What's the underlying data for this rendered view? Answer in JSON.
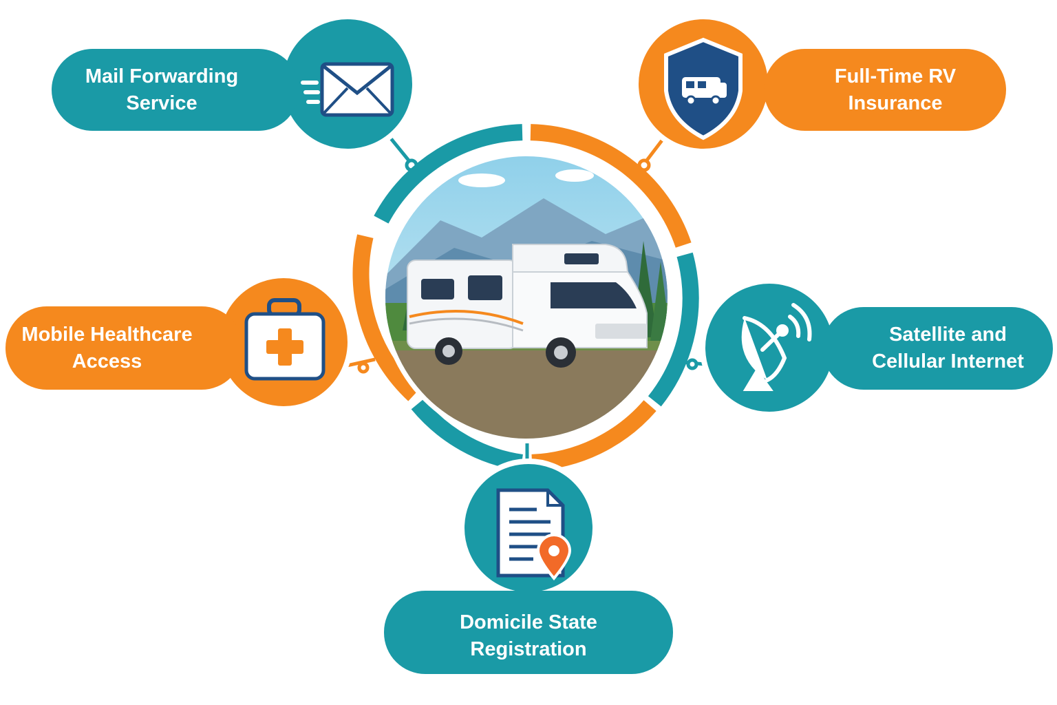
{
  "colors": {
    "teal": "#1a9aa6",
    "orange": "#f5891e",
    "navy": "#1f4f86"
  },
  "center": {
    "image": "rv-camper-mountain-scene"
  },
  "services": [
    {
      "id": "mail",
      "label": "Mail Forwarding\nService",
      "color": "teal",
      "icon": "envelope-icon"
    },
    {
      "id": "insurance",
      "label": "Full-Time RV\nInsurance",
      "color": "orange",
      "icon": "shield-rv-icon"
    },
    {
      "id": "health",
      "label": "Mobile Healthcare\nAccess",
      "color": "orange",
      "icon": "first-aid-kit-icon"
    },
    {
      "id": "internet",
      "label": "Satellite and\nCellular Internet",
      "color": "teal",
      "icon": "satellite-dish-icon"
    },
    {
      "id": "domicile",
      "label": "Domicile State\nRegistration",
      "color": "teal",
      "icon": "document-location-icon"
    }
  ]
}
